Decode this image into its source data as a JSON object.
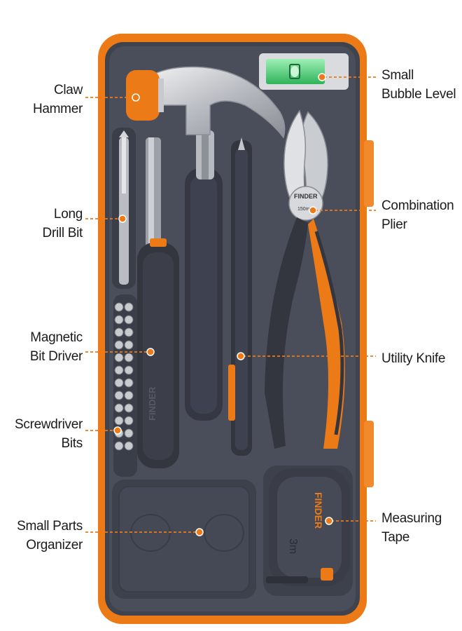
{
  "brand": "FINDER",
  "plier_size": "150mm",
  "tape_size": "3m",
  "colors": {
    "case_orange": "#ec7a17",
    "tray_gray": "#4a4e5a",
    "tool_dark": "#3a3d47",
    "leader_orange": "#ec7a17",
    "level_green": "#4fd07a"
  },
  "callouts": {
    "claw_hammer": [
      "Claw",
      "Hammer"
    ],
    "long_drill_bit": [
      "Long",
      "Drill Bit"
    ],
    "magnetic_bit_driver": [
      "Magnetic",
      "Bit Driver"
    ],
    "screwdriver_bits": [
      "Screwdriver",
      "Bits"
    ],
    "small_parts_organizer": [
      "Small Parts",
      "Organizer"
    ],
    "small_bubble_level": [
      "Small",
      "Bubble Level"
    ],
    "combination_plier": [
      "Combination",
      "Plier"
    ],
    "utility_knife": [
      "Utility Knife"
    ],
    "measuring_tape": [
      "Measuring",
      "Tape"
    ]
  }
}
